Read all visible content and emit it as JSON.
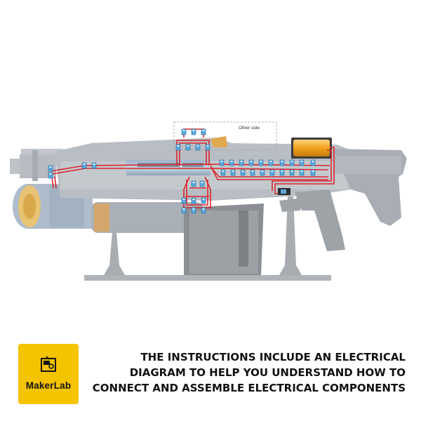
{
  "diagram": {
    "other_side_label": "Other side",
    "wire_color": "#d8262b"
  },
  "brand": {
    "name": "MakerLab",
    "badge_color": "#f5c400"
  },
  "caption": {
    "line1": "THE INSTRUCTIONS INCLUDE AN ELECTRICAL",
    "line2": "DIAGRAM TO HELP YOU UNDERSTAND HOW TO",
    "line3": "CONNECT AND ASSEMBLE ELECTRICAL COMPONENTS"
  }
}
